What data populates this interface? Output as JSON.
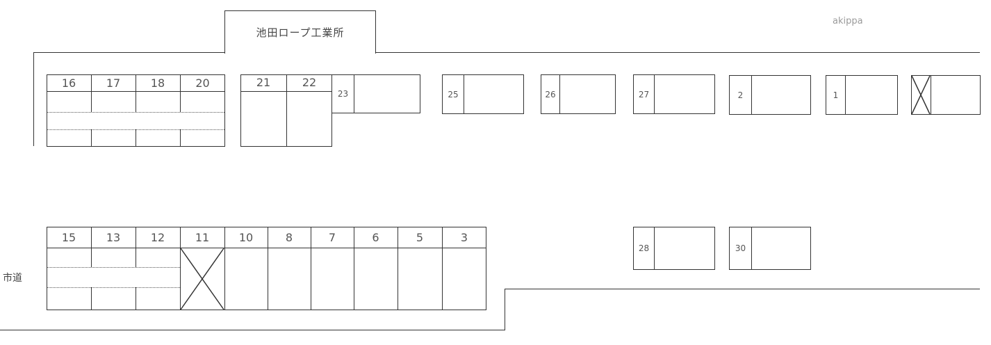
{
  "labels": {
    "building": "池田ロープ工業所",
    "brand": "akippa",
    "road": "市道"
  },
  "top_row": {
    "block_a": {
      "numbers": [
        "16",
        "17",
        "18",
        "20"
      ]
    },
    "block_b": {
      "numbers": [
        "21",
        "22"
      ]
    },
    "single_spots": [
      {
        "number": "23",
        "unavailable": false
      },
      {
        "number": "25",
        "unavailable": false
      },
      {
        "number": "26",
        "unavailable": false
      },
      {
        "number": "27",
        "unavailable": false
      },
      {
        "number": "2",
        "unavailable": false
      },
      {
        "number": "1",
        "unavailable": false
      },
      {
        "number": "",
        "unavailable": true
      }
    ]
  },
  "bottom_row": {
    "block": {
      "numbers": [
        "15",
        "13",
        "12",
        "11",
        "10",
        "8",
        "7",
        "6",
        "5",
        "3"
      ],
      "unavailable": [
        "11"
      ]
    },
    "single_spots": [
      {
        "number": "28",
        "unavailable": false
      },
      {
        "number": "30",
        "unavailable": false
      }
    ]
  },
  "colors": {
    "line": "#333333",
    "brand_text": "#9a9a9a",
    "background": "#ffffff"
  }
}
